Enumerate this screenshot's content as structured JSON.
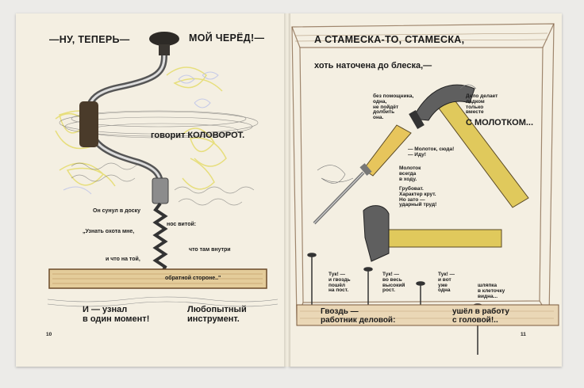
{
  "left": {
    "heading_a": "—НУ, ТЕПЕРЬ—",
    "heading_b": "МОЙ ЧЕРЁД!—",
    "says": "говорит КОЛОВОРОТ.",
    "line1": "Он сунул в доску",
    "line2": "нос витой:",
    "line3": "„Узнать охота мне,",
    "line4": "что там внутри",
    "line5": "и что на той,",
    "line6": "обратной стороне..\"",
    "bottom_left": "И — узнал\nв один момент!",
    "bottom_right": "Любопытный\nинструмент.",
    "page_number": "10"
  },
  "right": {
    "heading": "А СТАМЕСКА-ТО, СТАМЕСКА,",
    "subheading": "хоть наточена до блеска,—",
    "help_text": "без помощника,\nодна,\nне пойдёт\nдолбить\nона.",
    "deal_text": "Дело делает\nладком\nтолько\nвместе",
    "with_hammer": "С МОЛОТКОМ...",
    "hammer_call": "— Молоток, сюда!\n— Иду!",
    "hammer_desc": "Молоток\nвсегда\nв ходу.",
    "hammer_char": "Грубоват.\nХарактер крут.\nНо зато —\nударный труд!",
    "tap1": "Тук! —\nи гвоздь\nпошёл\nна пост.",
    "tap2": "Тук! —\nво весь\nвысокий\nрост.",
    "tap3": "Тук! —\nи вот\nуже\nодна",
    "tap4": "шляпка\nв клеточку\nвидна...",
    "nail_worker": "Гвоздь —\nработник деловой:",
    "went_to_work": "ушёл в работу\nс головой!..",
    "page_number": "11"
  },
  "colors": {
    "paper": "#f4efe2",
    "ink": "#1a1a1a",
    "wood": "#e3cc64",
    "crayon": "#e8e07a"
  }
}
